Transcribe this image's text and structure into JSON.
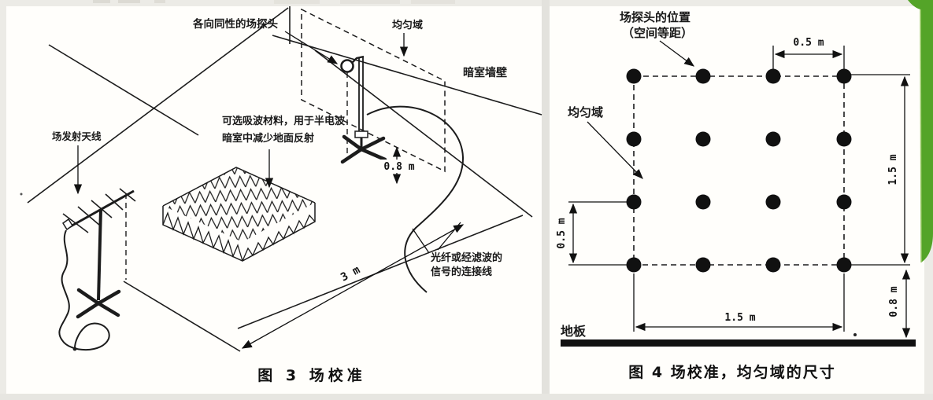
{
  "window": {
    "paper_color": "#fffefb",
    "frame_color": "#ecebe6",
    "divider_color": "#e3e2dd",
    "accent_green": "#54a428",
    "ink_color": "#1a1a1a"
  },
  "fig3": {
    "caption": "图 3  场校准",
    "labels": {
      "isotropic_probe": "各向同性的场探头",
      "uniform_area": "均匀域",
      "chamber_wall": "暗室墙壁",
      "emit_antenna": "场发射天线",
      "absorber_line1": "可选吸波材料，用于半电波",
      "absorber_line2": "暗室中减少地面反射",
      "cable_line1": "光纤或经滤波的",
      "cable_line2": "信号的连接线"
    },
    "dimensions": {
      "probe_height": "0.8 m",
      "distance": "3 m"
    }
  },
  "fig4": {
    "caption": "图 4  场校准，均匀域的尺寸",
    "labels": {
      "probe_positions_line1": "场探头的位置",
      "probe_positions_line2": "（空间等距）",
      "uniform_area": "均匀域",
      "floor": "地板"
    },
    "dimensions": {
      "top": "0.5 m",
      "right": "1.5 m",
      "left": "0.5 m",
      "bottom": "1.5 m",
      "below_to_floor": "0.8 m"
    },
    "grid": {
      "rows": 4,
      "cols": 4,
      "total_points": 16,
      "cols_x": [
        805,
        893,
        982,
        1072
      ],
      "rows_y": [
        97,
        177,
        257,
        337
      ],
      "dot_radius": 9.5
    }
  }
}
